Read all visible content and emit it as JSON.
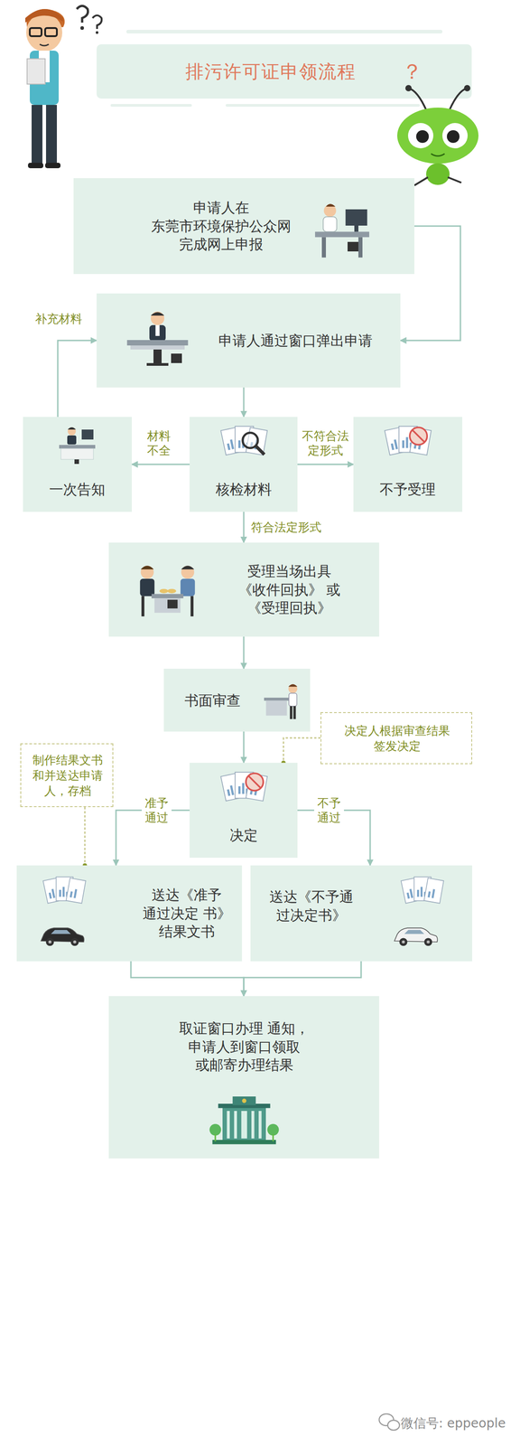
{
  "diagram": {
    "title": "排污许可证申领流程",
    "nodes": [
      {
        "text": [
          "申请人在 东莞市环境保护公众网 完成网上申报"
        ]
      },
      {
        "text": [
          "申请人通过窗口弹出申请"
        ]
      },
      {
        "text": [
          "一次告知"
        ]
      },
      {
        "text": [
          "核检材料"
        ]
      },
      {
        "text": [
          "不予受理"
        ]
      },
      {
        "text": [
          "受理当场出具 《收件回执》 或《受理回执》"
        ]
      },
      {
        "text": [
          "书面审查"
        ]
      },
      {
        "text": [
          "决定"
        ]
      },
      {
        "text": [
          "送达《准予 通过决定 书》结果文书"
        ]
      },
      {
        "text": [
          "送达《不予通 过决定书》"
        ]
      },
      {
        "text": [
          "取证窗口办理 通知，申请人到窗口领取 或邮寄办理结果"
        ]
      },
      {
        "text": [
          "决定人根据审查结果 签发决定"
        ]
      },
      {
        "text": [
          "制作结果文书 和并送达申请 人，存档"
        ]
      }
    ],
    "edges": [
      {
        "from": 0,
        "to": 1,
        "arrow": "to"
      },
      {
        "from": 1,
        "to": 3,
        "arrow": "to"
      },
      {
        "from": 3,
        "to": 2,
        "label": "材料不全",
        "arrow": "to"
      },
      {
        "from": 3,
        "to": 4,
        "label": "不符合法定形式",
        "arrow": "to"
      },
      {
        "from": 2,
        "to": 1,
        "label": "补充材料",
        "arrow": "to"
      },
      {
        "from": 3,
        "to": 5,
        "label": "符合法定形式",
        "arrow": "to"
      },
      {
        "from": 5,
        "to": 6,
        "arrow": "to"
      },
      {
        "from": 6,
        "to": 7,
        "arrow": "to"
      },
      {
        "from": 7,
        "to": 8,
        "label": "准予通过",
        "arrow": "to"
      },
      {
        "from": 7,
        "to": 9,
        "label": "不予通过",
        "arrow": "to"
      },
      {
        "from": 8,
        "to": 10,
        "arrow": "to"
      },
      {
        "from": 9,
        "to": 10,
        "arrow": "to"
      },
      {
        "from": 11,
        "to": 7,
        "arrow": "none"
      },
      {
        "from": 12,
        "to": 8,
        "arrow": "none"
      }
    ],
    "labels": [
      "？",
      "微信号: eppeople"
    ]
  }
}
